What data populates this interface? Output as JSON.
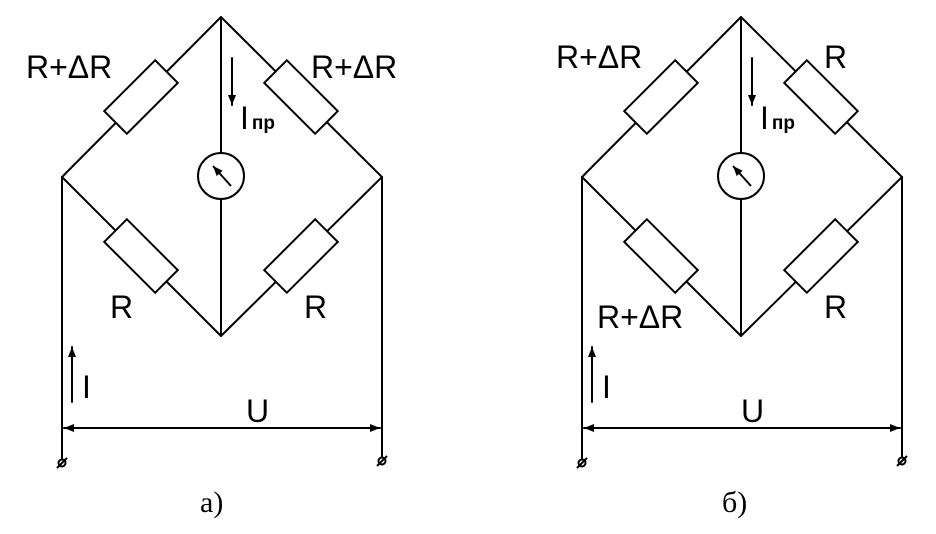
{
  "circuits": [
    {
      "caption": "а)",
      "labels": {
        "r_top_left": "R+ΔR",
        "r_top_right": "R+ΔR",
        "r_bottom_left": "R",
        "r_bottom_right": "R",
        "current_main": "I",
        "current_galv": "I",
        "current_galv_sub": "пр",
        "voltage": "U"
      }
    },
    {
      "caption": "б)",
      "labels": {
        "r_top_left": "R+ΔR",
        "r_top_right": "R",
        "r_bottom_left": "R+ΔR",
        "r_bottom_right": "R",
        "current_main": "I",
        "current_galv": "I",
        "current_galv_sub": "пр",
        "voltage": "U"
      }
    }
  ]
}
